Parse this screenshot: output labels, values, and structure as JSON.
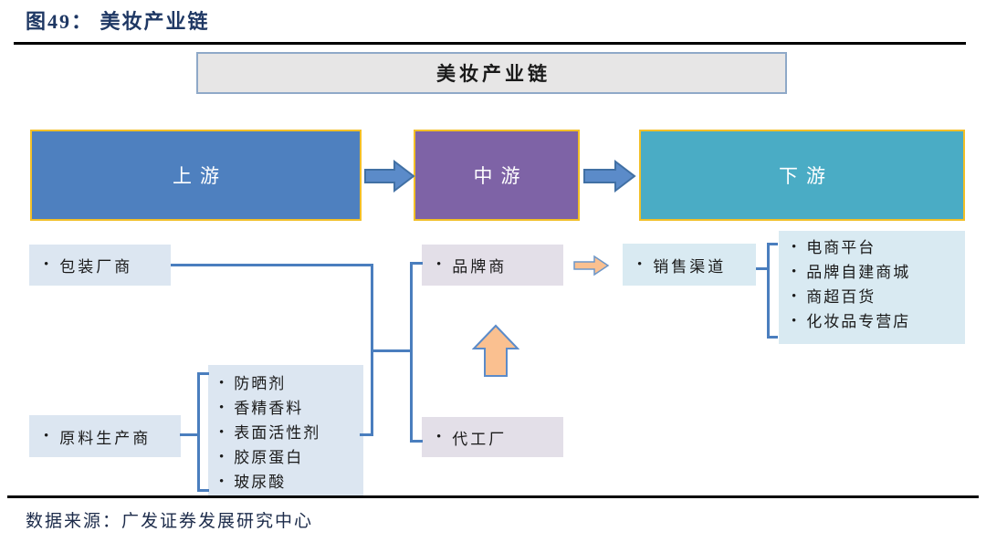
{
  "title": "图49：  美妆产业链",
  "header_box": "美妆产业链",
  "stages": [
    {
      "label": "上游"
    },
    {
      "label": "中游"
    },
    {
      "label": "下游"
    }
  ],
  "upstream": {
    "packaging": "包装厂商",
    "raw_material": "原料生产商",
    "ingredients": [
      "防晒剂",
      "香精香料",
      "表面活性剂",
      "胶原蛋白",
      "玻尿酸"
    ]
  },
  "midstream": {
    "brand": "品牌商",
    "oem": "代工厂"
  },
  "downstream": {
    "sales_channel": "销售渠道",
    "channels": [
      "电商平台",
      "品牌自建商城",
      "商超百货",
      "化妆品专营店"
    ]
  },
  "source": "数据来源：广发证券发展研究中心",
  "colors": {
    "title": "#1F3864",
    "upstream_box": "#4E80BF",
    "midstream_box": "#7E63A6",
    "downstream_box": "#4AACC5",
    "stage_border": "#F2BF27",
    "light_blue_box": "#DCE6F1",
    "lavender_box": "#E3DFE8",
    "cyan_box": "#D9EAF2",
    "header_box_bg": "#E7E6E6",
    "header_box_border": "#8FA9C8",
    "connector": "#4A7EBE",
    "blue_arrow_fill": "#5B8BC9",
    "blue_arrow_stroke": "#4170A4",
    "orange_arrow_fill": "#FAC090"
  }
}
